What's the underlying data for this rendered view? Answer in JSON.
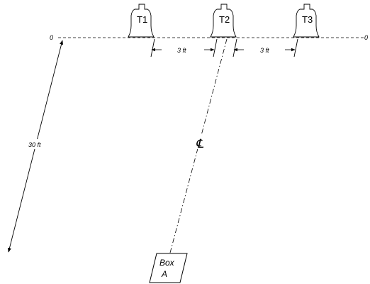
{
  "targets": [
    "T1",
    "T2",
    "T3"
  ],
  "baseline_label_left": "0",
  "baseline_label_right": "0",
  "spacing_label_left": "3 ft",
  "spacing_label_right": "3 ft",
  "distance_label": "30 ft",
  "centerline_symbol": "℄",
  "box": {
    "line1": "Box",
    "line2": "A"
  }
}
